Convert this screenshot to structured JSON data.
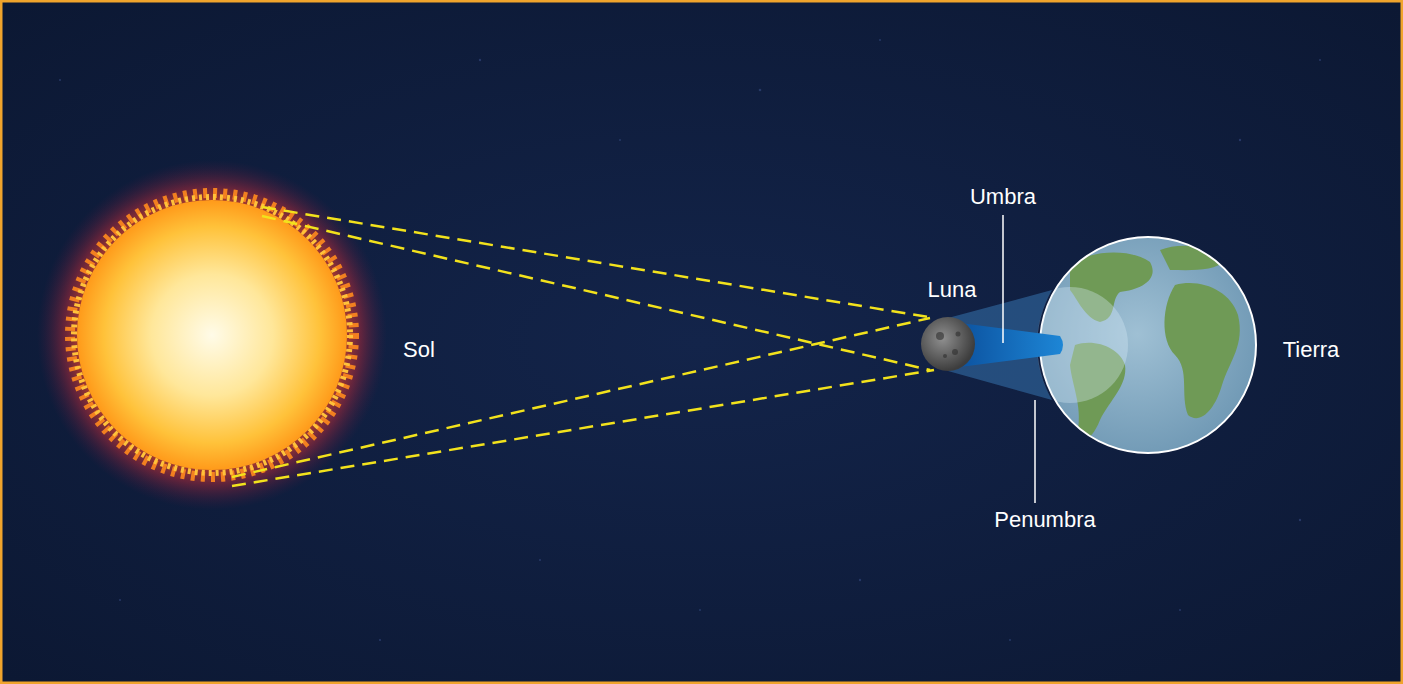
{
  "diagram": {
    "labels": [
      "Umbra",
      "Luna",
      "Sol",
      "Tierra",
      "Penumbra"
    ]
  }
}
